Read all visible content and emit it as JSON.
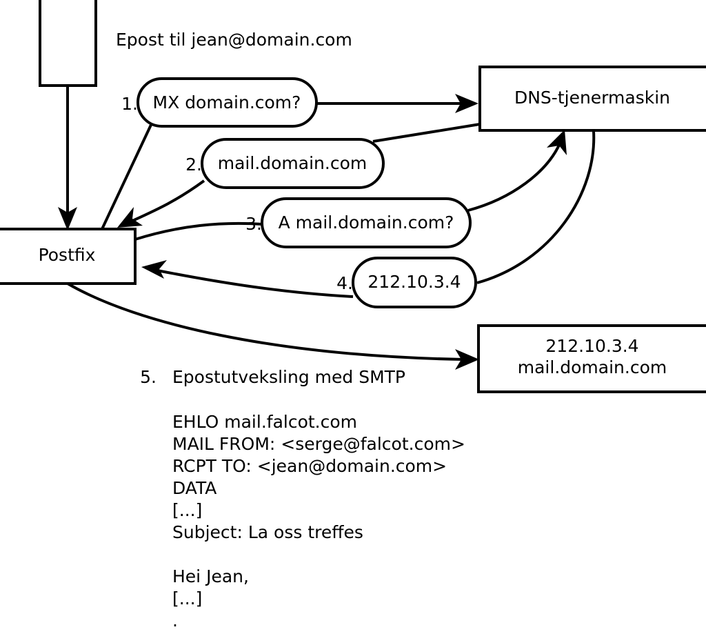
{
  "title": {
    "text": "Epost til jean@domain.com"
  },
  "nodes": {
    "client": {
      "label": ""
    },
    "postfix": {
      "label": "Postfix"
    },
    "dns": {
      "label": "DNS-tjenermaskin"
    },
    "mailserver": {
      "line1": "212.10.3.4",
      "line2": "mail.domain.com"
    }
  },
  "steps": [
    {
      "num": "1.",
      "label": "MX domain.com?"
    },
    {
      "num": "2.",
      "label": "mail.domain.com"
    },
    {
      "num": "3.",
      "label": "A mail.domain.com?"
    },
    {
      "num": "4.",
      "label": "212.10.3.4"
    }
  ],
  "step5": {
    "num": "5.",
    "label": "Epostutveksling med SMTP"
  },
  "transcript": {
    "lines": [
      "EHLO mail.falcot.com",
      "MAIL FROM: <serge@falcot.com>",
      "RCPT TO: <jean@domain.com>",
      "DATA",
      "[...]",
      "Subject: La oss treffes",
      "",
      "Hei Jean,",
      "[...]",
      "."
    ]
  },
  "colors": {
    "stroke": "#000000",
    "fill": "#ffffff",
    "text": "#000000"
  }
}
